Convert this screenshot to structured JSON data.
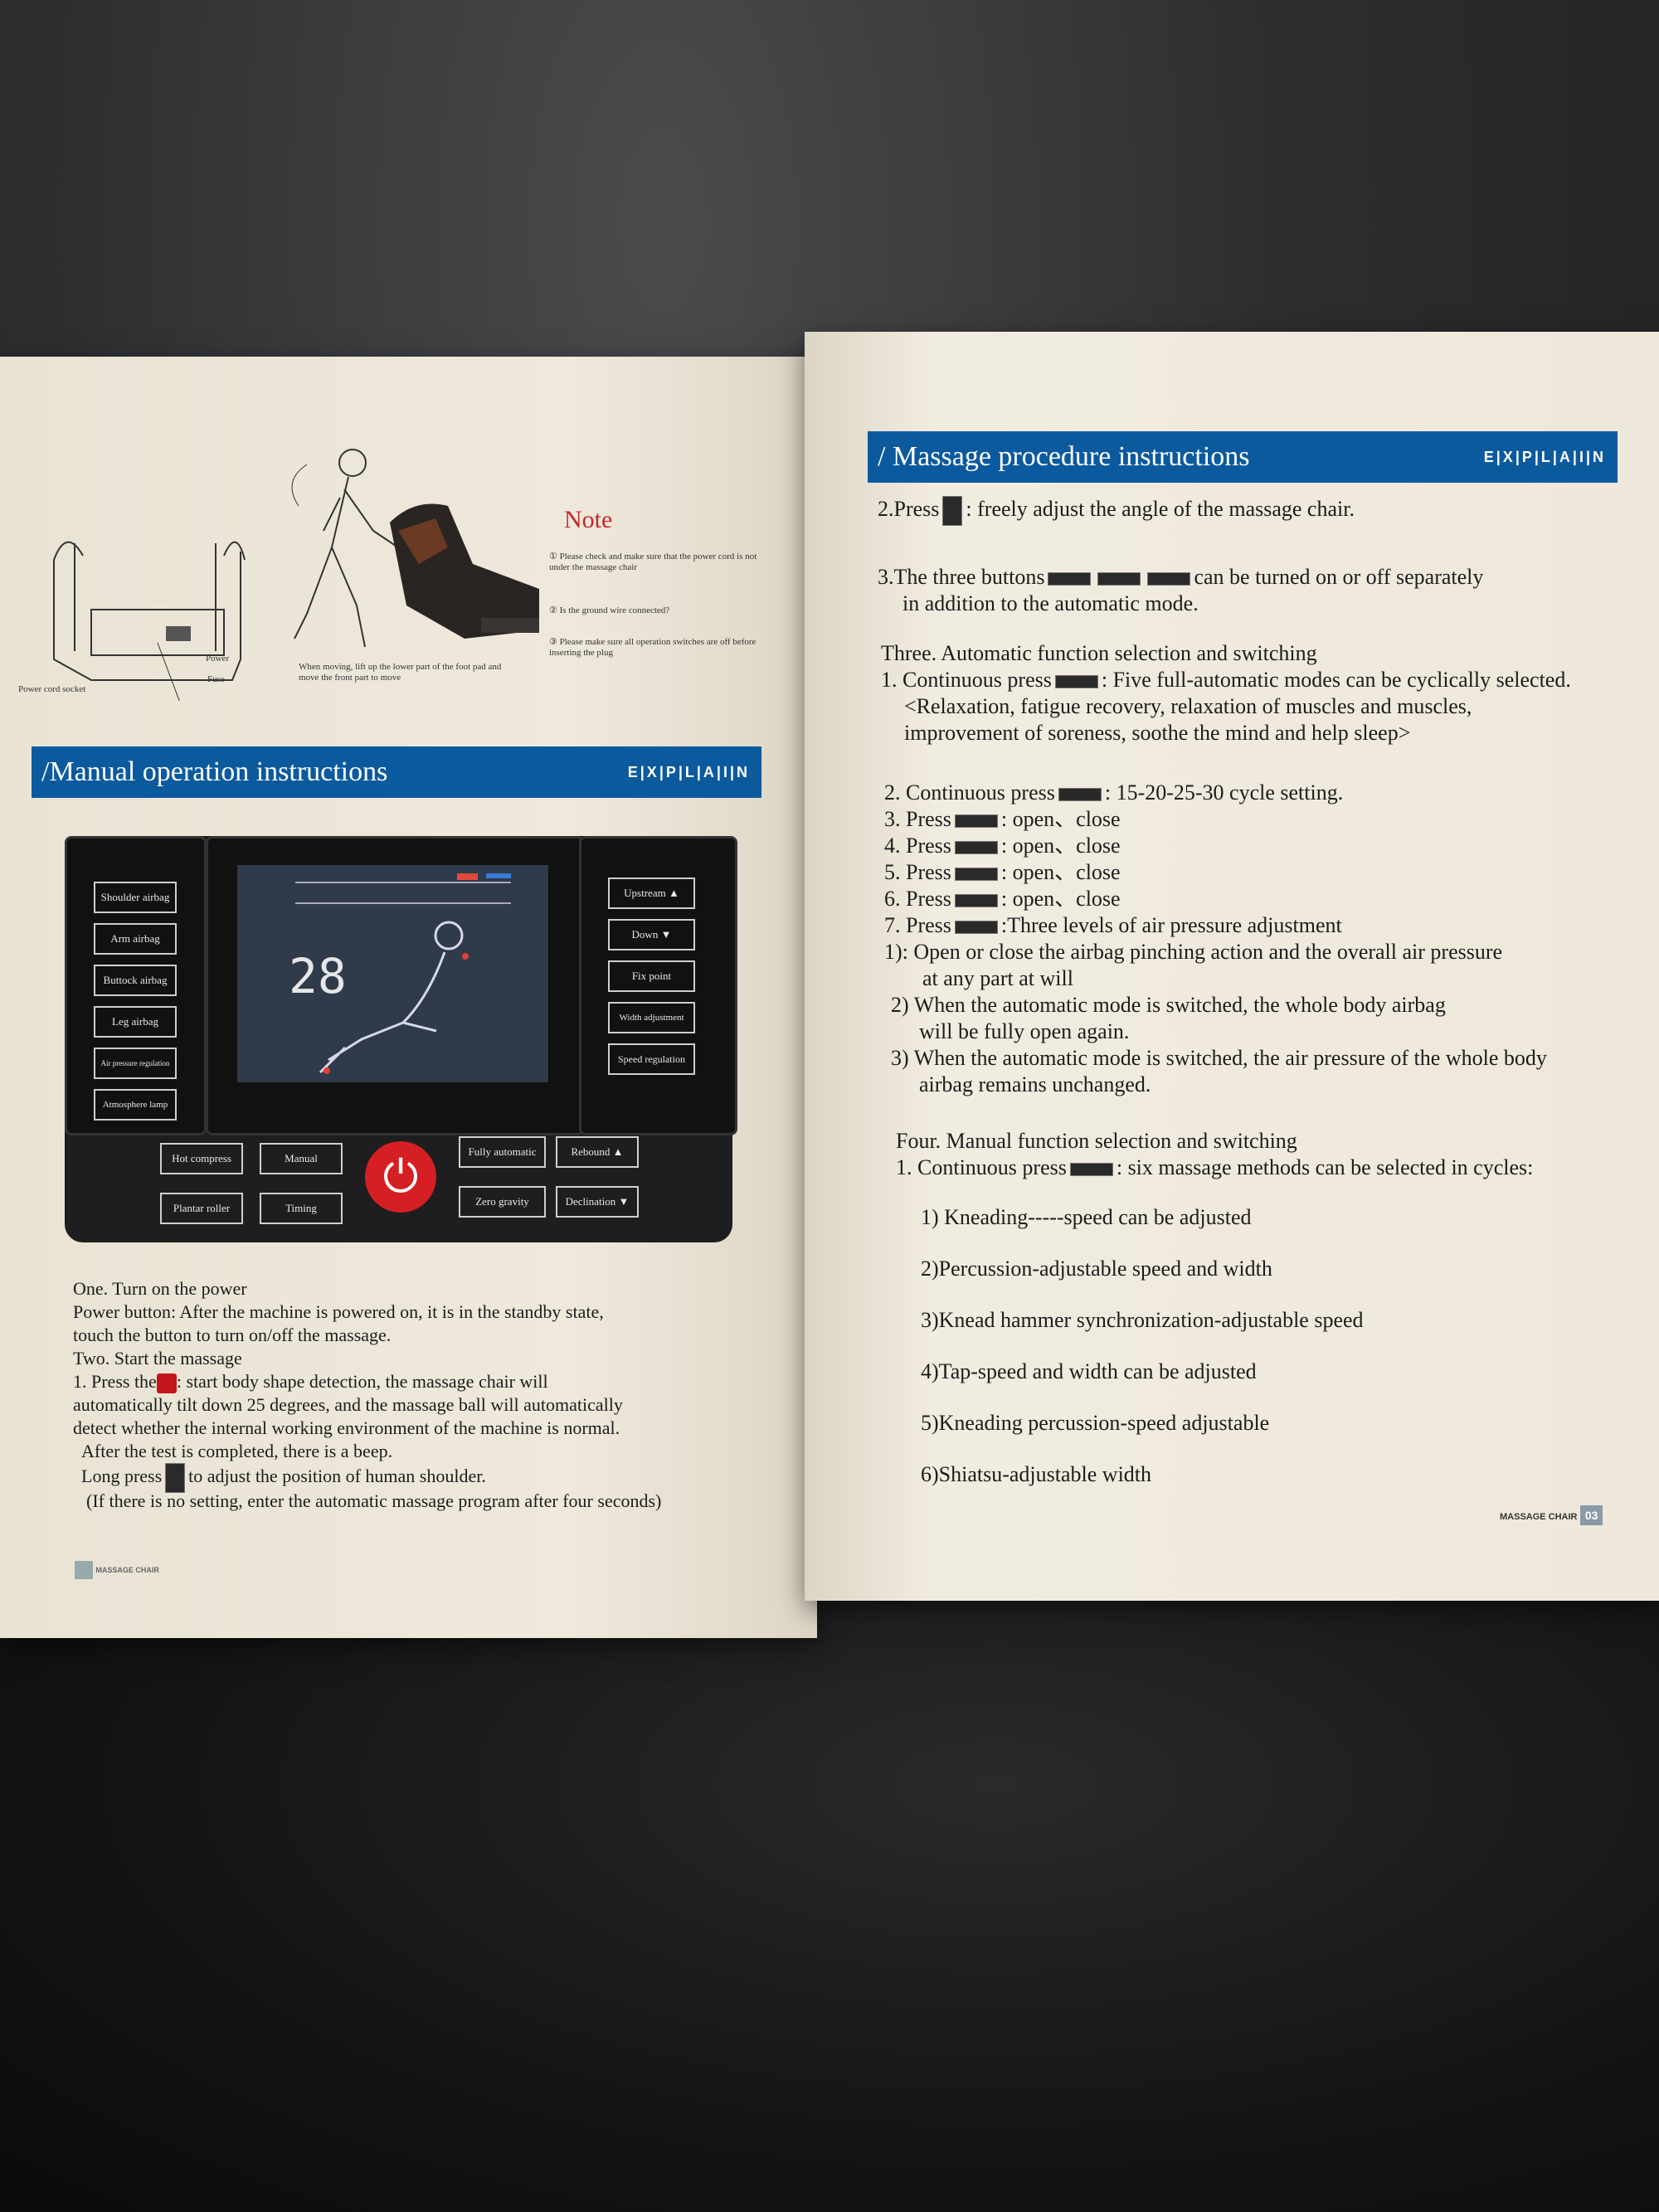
{
  "left_page": {
    "note": {
      "title": "Note",
      "items": [
        "① Please check and make sure that the power cord is not under the massage chair",
        "② Is the ground wire connected?",
        "③ Please make sure all operation switches are off before inserting the plug"
      ],
      "figure_caption": "When moving, lift up the lower part of the foot pad and move the front part to move",
      "label_power": "Power",
      "label_fuse": "Fuse",
      "label_socket": "Power cord socket"
    },
    "section_title": "/Manual operation instructions",
    "section_tag": "E|X|P|L|A|I|N",
    "panel": {
      "display_number": "28",
      "left_buttons": [
        "Shoulder airbag",
        "Arm airbag",
        "Buttock airbag",
        "Leg airbag",
        "Air pressure regulation",
        "Atmosphere lamp"
      ],
      "right_buttons": [
        "Upstream ▲",
        "Down ▼",
        "Fix point",
        "Width adjustment",
        "Speed regulation"
      ],
      "bottom_buttons": [
        "Hot compress",
        "Manual",
        "Fully automatic",
        "Rebound ▲",
        "Plantar roller",
        "Timing",
        "Zero gravity",
        "Declination ▼"
      ],
      "power_symbol": "⏻"
    },
    "body": [
      "One. Turn on the power",
      "Power button: After the machine is powered on, it is in the standby state,",
      "touch the button to turn on/off the massage.",
      "Two. Start the massage",
      "1. Press the",
      ": start body shape detection, the massage chair will",
      "automatically tilt down 25 degrees, and the massage ball will automatically",
      "detect whether the internal working environment of the machine is normal.",
      "After the test is completed, there is a beep.",
      "Long press",
      "to adjust the position of human shoulder.",
      "(If there is no setting, enter the automatic massage program after four seconds)"
    ],
    "footer": "MASSAGE CHAIR"
  },
  "right_page": {
    "section_title": "/ Massage procedure instructions",
    "section_tag": "E|X|P|L|A|I|N",
    "lines": {
      "l2_a": "2.Press",
      "l2_b": ": freely adjust the angle of the massage chair.",
      "l3_a": "3.The three buttons",
      "l3_b": "can be turned on or off separately",
      "l3_c": "in addition to the automatic mode.",
      "three_title": "Three. Automatic function selection and switching",
      "three_1a": "1. Continuous press",
      "three_1b": ": Five full-automatic modes can be cyclically selected.",
      "three_1c": "<Relaxation, fatigue recovery, relaxation of muscles and muscles,",
      "three_1d": "improvement of soreness, soothe the mind and help sleep>",
      "three_2a": "2. Continuous press",
      "three_2b": ": 15-20-25-30 cycle setting.",
      "p3": "3. Press",
      "p4": "4. Press",
      "p5": "5. Press",
      "p6": "6. Press",
      "open_close": ": open、close",
      "p7a": "7. Press",
      "p7b": ":Three levels of air pressure adjustment",
      "s1a": "1): Open or close the airbag pinching action and the overall air pressure",
      "s1b": "at any part at will",
      "s2a": "2) When the automatic mode is switched, the whole body airbag",
      "s2b": "will be fully open again.",
      "s3a": "3) When the automatic mode is switched, the air pressure of the whole body",
      "s3b": "airbag remains unchanged.",
      "four_title": "Four. Manual function selection and switching",
      "four_1a": "1. Continuous press",
      "four_1b": ": six massage methods can be selected in cycles:",
      "m1": "1) Kneading-----speed can be adjusted",
      "m2": "2)Percussion-adjustable speed and width",
      "m3": "3)Knead hammer synchronization-adjustable speed",
      "m4": "4)Tap-speed and width can be adjusted",
      "m5": "5)Kneading percussion-speed adjustable",
      "m6": "6)Shiatsu-adjustable width"
    },
    "footer": "MASSAGE CHAIR",
    "page_number": "03"
  }
}
